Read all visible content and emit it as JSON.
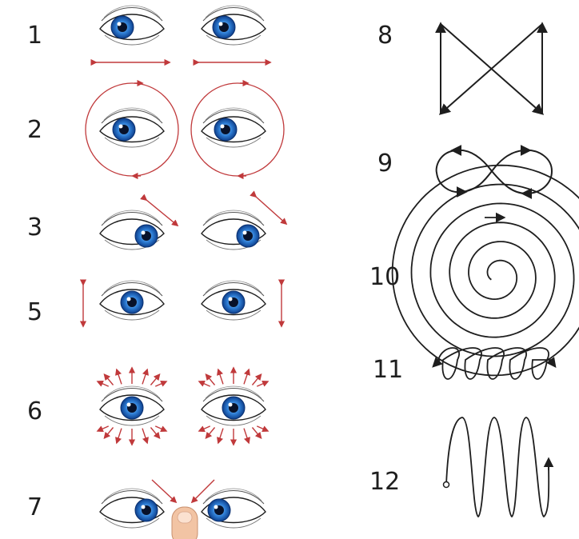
{
  "exercises": [
    {
      "number": "1",
      "description": "eyes move left and right"
    },
    {
      "number": "2",
      "description": "eyes roll in circles"
    },
    {
      "number": "3",
      "description": "eyes move diagonally"
    },
    {
      "number": "5",
      "description": "eyes move up and down"
    },
    {
      "number": "6",
      "description": "eyes open wide and squeeze"
    },
    {
      "number": "7",
      "description": "eyes converge on finger at nose"
    },
    {
      "number": "8",
      "description": "hourglass / bow-tie path"
    },
    {
      "number": "9",
      "description": "figure-eight infinity path"
    },
    {
      "number": "10",
      "description": "spiral path"
    },
    {
      "number": "11",
      "description": "horizontal coil path"
    },
    {
      "number": "12",
      "description": "vertical zigzag loop path"
    }
  ],
  "colors": {
    "iris": "#2f7fd6",
    "iris_dark": "#0e3f8c",
    "arrow_red": "#c0393b",
    "ink": "#1e1e1e",
    "skin": "#f2c4a4"
  }
}
